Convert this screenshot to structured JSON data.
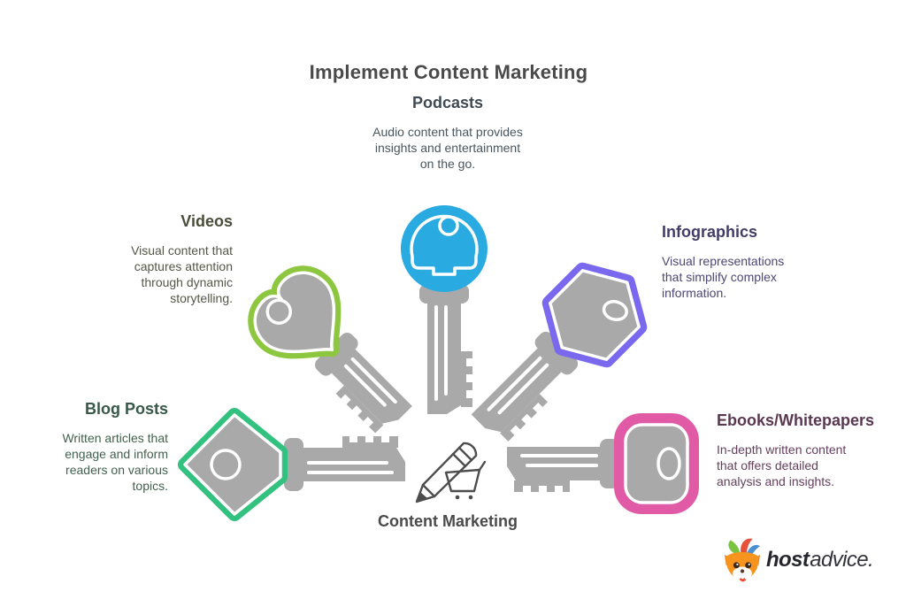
{
  "title": "Implement Content Marketing",
  "center_label": "Content Marketing",
  "items": [
    {
      "id": "podcasts",
      "label": "Podcasts",
      "description": "Audio content that provides insights and entertainment on the go.",
      "key_color": "#29ABE2",
      "text_color": "#3F4A52",
      "key_shape": "round"
    },
    {
      "id": "videos",
      "label": "Videos",
      "description": "Visual content that captures attention through dynamic storytelling.",
      "key_color": "#8DC63F",
      "text_color": "#4A4D3A",
      "key_shape": "heart"
    },
    {
      "id": "infographics",
      "label": "Infographics",
      "description": "Visual representations that simplify complex information.",
      "key_color": "#7A68EE",
      "text_color": "#443C68",
      "key_shape": "hexagon"
    },
    {
      "id": "blog_posts",
      "label": "Blog Posts",
      "description": "Written articles that engage and inform readers on various topics.",
      "key_color": "#33C17F",
      "text_color": "#38584A",
      "key_shape": "diamond"
    },
    {
      "id": "ebooks",
      "label": "Ebooks/Whitepapers",
      "description": "In-depth written content that offers detailed analysis and insights.",
      "key_color": "#E05AA6",
      "text_color": "#5A3852",
      "key_shape": "rounded-square"
    }
  ],
  "logo": {
    "brand_bold": "host",
    "brand_regular": "advice."
  },
  "colors": {
    "background": "#FFFFFF",
    "key_metal": "#A9A9A9",
    "key_seam": "#FFFFFF",
    "title_text": "#4A4A4A",
    "center_icon": "#4D4D4D"
  },
  "icons": {
    "center": "pencil-and-shopping-cart",
    "logo": "fox-mascot",
    "podcasts_key": "round-head-key",
    "videos_key": "heart-head-key",
    "infographics_key": "hexagon-head-key",
    "blog_posts_key": "diamond-head-key",
    "ebooks_key": "rounded-square-head-key"
  }
}
